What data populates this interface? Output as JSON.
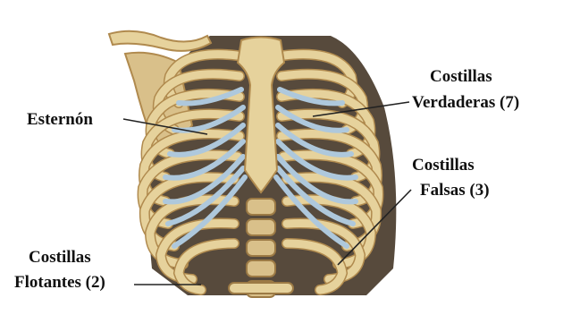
{
  "labels": {
    "esternon": "Esternón",
    "verdaderas_1": "Costillas",
    "verdaderas_2": "Verdaderas (7)",
    "falsas_1": "Costillas",
    "falsas_2": "Falsas (3)",
    "flotantes_1": "Costillas",
    "flotantes_2": "Flotantes (2)"
  },
  "colors": {
    "background": "#ffffff",
    "bone": "#e6d29c",
    "bone_shadow": "#b08a4e",
    "cartilage": "#aec8dc",
    "text": "#111111",
    "leader_line": "#222222"
  }
}
